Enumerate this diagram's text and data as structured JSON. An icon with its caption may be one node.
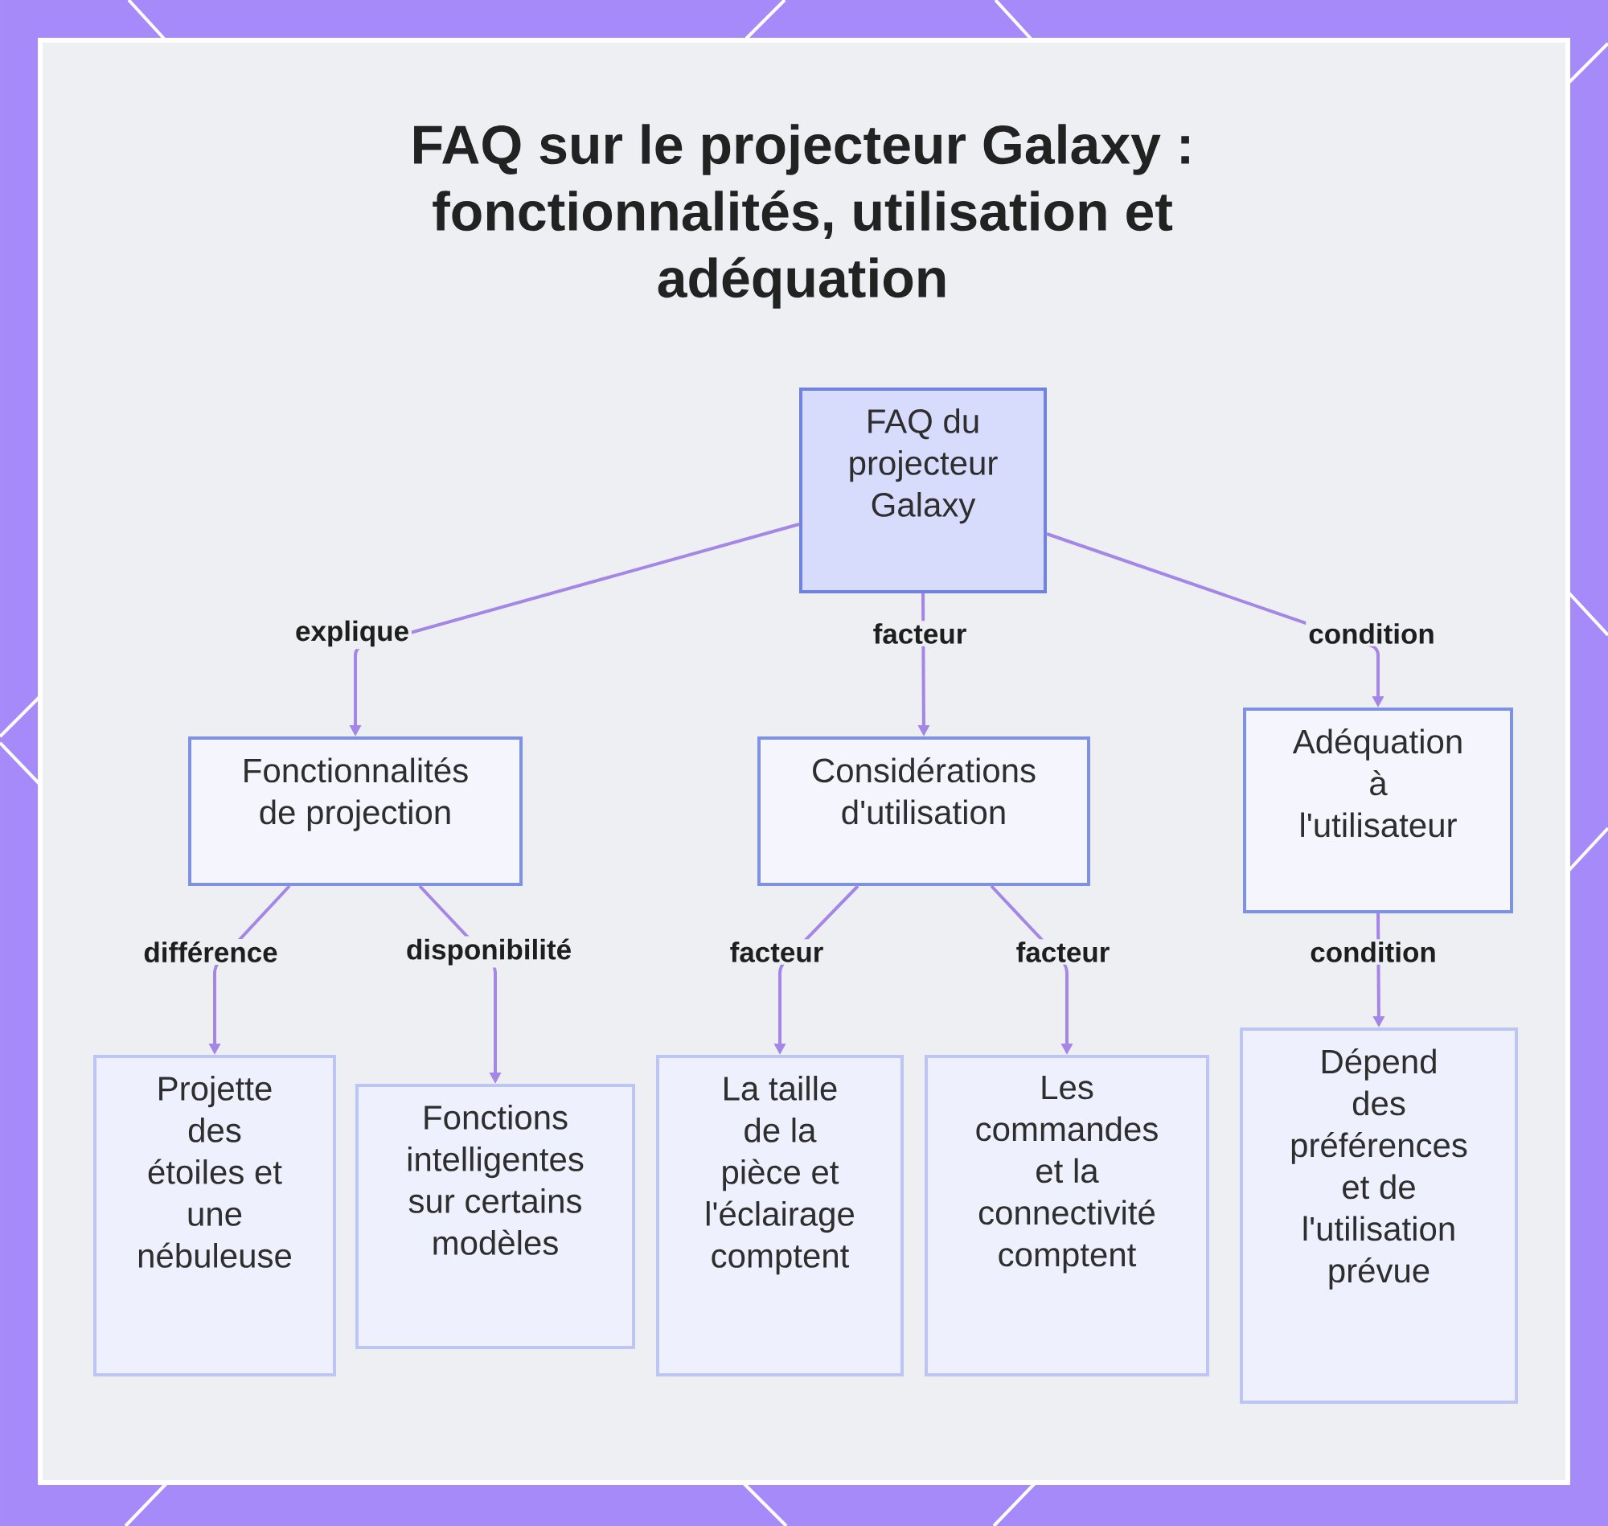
{
  "diagram": {
    "title": "FAQ sur le projecteur Galaxy : fonctionnalités, utilisation et adéquation",
    "nodes": [
      {
        "text": [
          "FAQ du projecteur Galaxy"
        ]
      },
      {
        "text": [
          "Fonctionnalités de projection"
        ]
      },
      {
        "text": [
          "Considérations d'utilisation"
        ]
      },
      {
        "text": [
          "Adéquation à l'utilisateur"
        ]
      },
      {
        "text": [
          "Projette des étoiles et une nébuleuse"
        ]
      },
      {
        "text": [
          "Fonctions intelligentes sur certains modèles"
        ]
      },
      {
        "text": [
          "La taille de la pièce et l'éclairage comptent"
        ]
      },
      {
        "text": [
          "Les commandes et la connectivité comptent"
        ]
      },
      {
        "text": [
          "Dépend des préférences et de l'utilisation prévue"
        ]
      }
    ],
    "edges": [
      {
        "from": 0,
        "to": 1,
        "arrow": "to",
        "label": "explique"
      },
      {
        "from": 0,
        "to": 2,
        "arrow": "to",
        "label": "facteur"
      },
      {
        "from": 0,
        "to": 3,
        "arrow": "to",
        "label": "condition"
      },
      {
        "from": 1,
        "to": 4,
        "arrow": "to",
        "label": "différence"
      },
      {
        "from": 1,
        "to": 5,
        "arrow": "to",
        "label": "disponibilité"
      },
      {
        "from": 2,
        "to": 6,
        "arrow": "to",
        "label": "facteur"
      },
      {
        "from": 2,
        "to": 7,
        "arrow": "to",
        "label": "facteur"
      },
      {
        "from": 3,
        "to": 8,
        "arrow": "to",
        "label": "condition"
      }
    ]
  }
}
